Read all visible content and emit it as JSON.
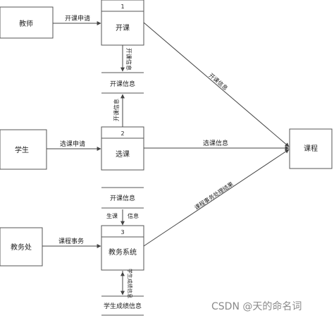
{
  "entities": {
    "teacher": "教师",
    "student": "学生",
    "office": "教务处",
    "course": "课程"
  },
  "processes": [
    {
      "number": "1",
      "name": "开课"
    },
    {
      "number": "2",
      "name": "选课"
    },
    {
      "number": "3",
      "name": "教务系统"
    }
  ],
  "stores": {
    "kaike": "开课信息",
    "kaike2": "开课信息",
    "chengji": "学生成绩信息"
  },
  "flows": {
    "kaike_apply": "开课申请",
    "kaike_info_down": "开课信息",
    "kaike_info_up": "开课信息",
    "kaike_info_course": "开课信息",
    "xuanke_apply": "选课申请",
    "xuanke_info": "选课信息",
    "affairs": "课程事务",
    "affairs_result": "课程事务处理结果",
    "chengji_info": "学生成绩信息",
    "extra_left": "生课",
    "extra_right": "信息"
  },
  "watermark": "CSDN @天的命名词",
  "colors": {
    "line": "#444444",
    "box_fill": "#ffffff",
    "watermark": "#8a8a8a"
  }
}
